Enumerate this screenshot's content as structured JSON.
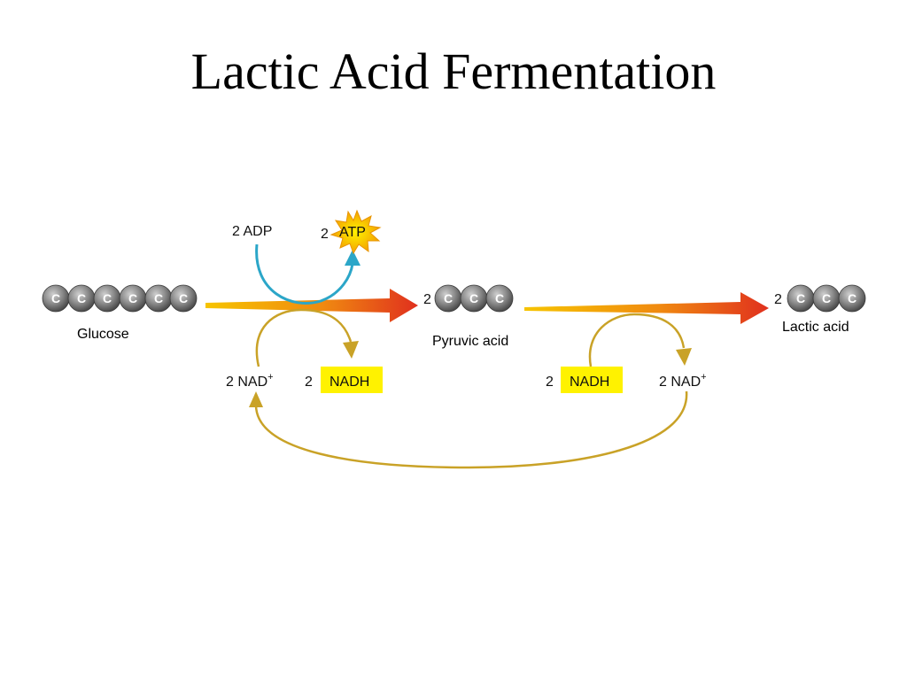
{
  "title": "Lactic Acid Fermentation",
  "molecules": {
    "glucose": {
      "label": "Glucose",
      "carbons": [
        "C",
        "C",
        "C",
        "C",
        "C",
        "C"
      ]
    },
    "pyruvic": {
      "coef": "2",
      "label": "Pyruvic acid",
      "carbons": [
        "C",
        "C",
        "C"
      ]
    },
    "lactic": {
      "coef": "2",
      "label": "Lactic acid",
      "carbons": [
        "C",
        "C",
        "C"
      ]
    }
  },
  "energy": {
    "adp": "2 ADP",
    "atp_coef": "2",
    "atp": "ATP"
  },
  "carriers": {
    "glycolysis_nad": "2 NAD",
    "glycolysis_nadh_coef": "2",
    "glycolysis_nadh": "NADH",
    "fermentation_nadh_coef": "2",
    "fermentation_nadh": "NADH",
    "fermentation_nad": "2 NAD",
    "plus": "+"
  },
  "colors": {
    "carbon_ball": "#8a8a8a",
    "main_arrow_start": "#f6c400",
    "main_arrow_end": "#e0301e",
    "energy_arrow": "#2ba6c8",
    "cycle_arrow": "#c9a227",
    "nadh_box": "#fff200",
    "atp_burst": "#f5b400"
  }
}
